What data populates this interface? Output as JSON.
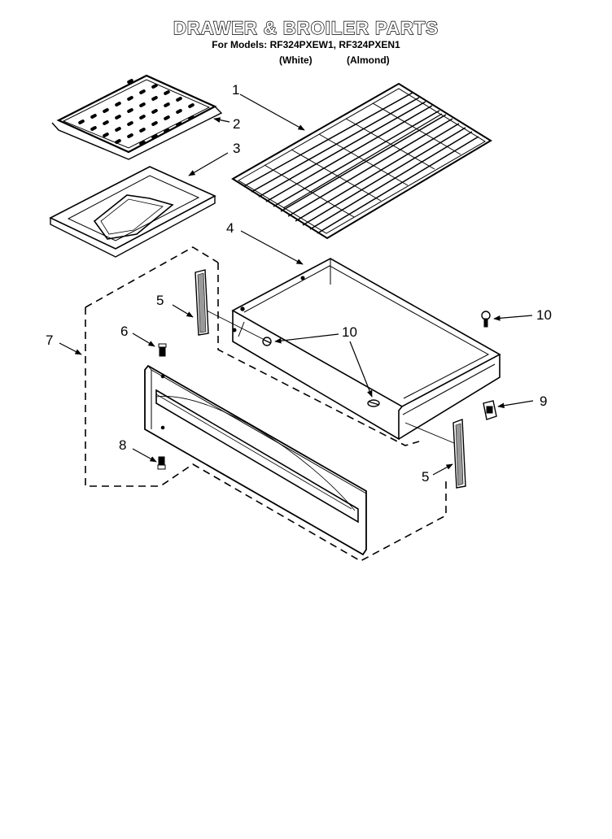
{
  "header": {
    "title": "DRAWER & BROILER PARTS",
    "models": "For Models: RF324PXEW1, RF324PXEN1",
    "color_white": "(White)",
    "color_almond": "(Almond)"
  },
  "callouts": {
    "rack": "1",
    "broiler_grid": "2",
    "broiler_pan": "3",
    "drawer_body": "4",
    "slide_left": "5",
    "slide_right": "5",
    "screw_6": "6",
    "drawer_assembly": "7",
    "screw_8": "8",
    "bracket": "9",
    "screw_10_right": "10",
    "screw_10_center": "10"
  }
}
